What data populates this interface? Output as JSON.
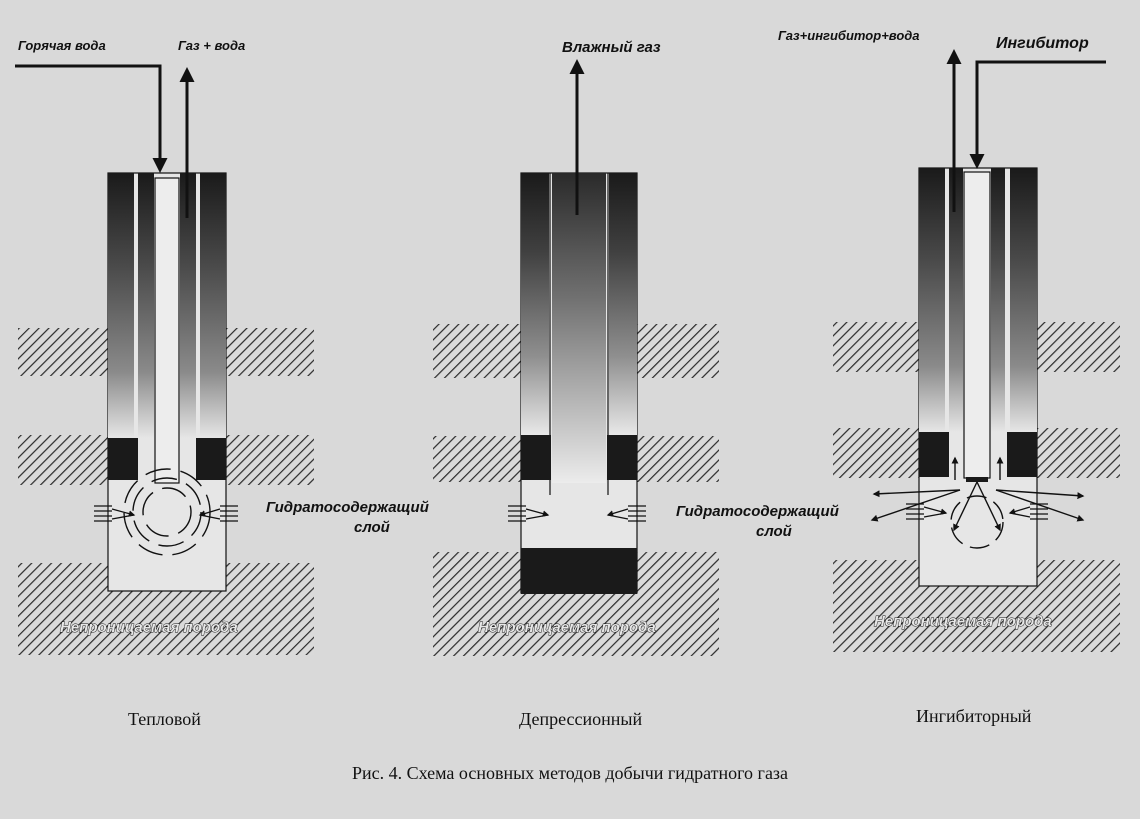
{
  "thermal": {
    "hot_water_label": "Горячая вода",
    "gas_water_label": "Газ + вода",
    "layer_label_line1": "Гидратосодержащий",
    "layer_label_line2": "слой",
    "rock_label": "Непроницаемая порода",
    "method_caption": "Тепловой"
  },
  "depression": {
    "wet_gas_label": "Влажный газ",
    "rock_label": "Непроницаемая порода",
    "method_caption": "Депрессионный"
  },
  "inhibitor": {
    "output_label": "Газ+ингибитор+вода",
    "inhibitor_label": "Ингибитор",
    "layer_label_line1": "Гидратосодержащий",
    "layer_label_line2": "слой",
    "rock_label": "Непроницаемая порода",
    "method_caption": "Ингибиторный"
  },
  "figure_caption": "Рис. 4. Схема основных методов добычи гидратного газа",
  "colors": {
    "background": "#d9d9d9",
    "ink": "#111111",
    "casing_dark": "#1a1a1a",
    "casing_light": "#e6e6e6"
  }
}
